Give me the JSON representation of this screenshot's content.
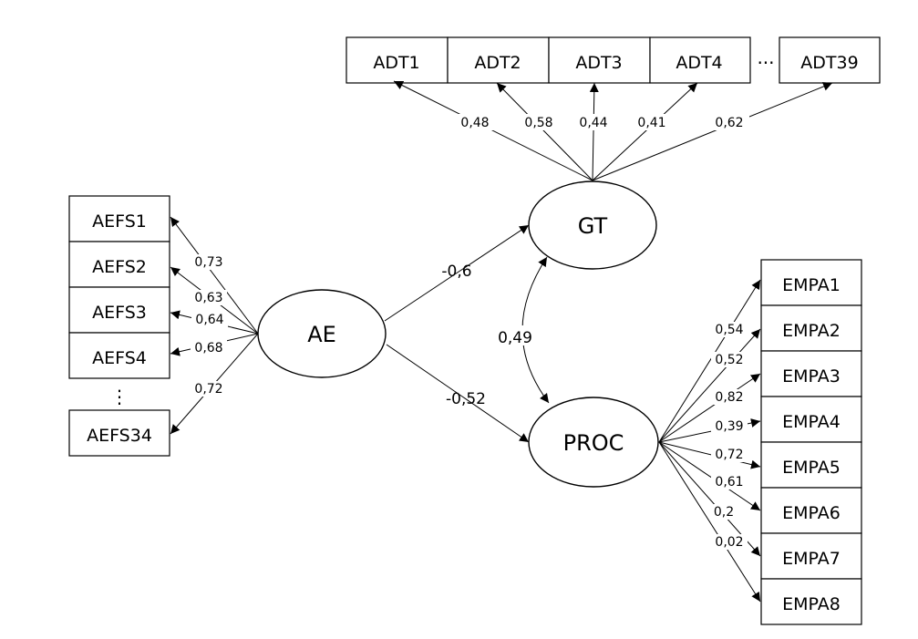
{
  "latent": {
    "ae": "AE",
    "gt": "GT",
    "proc": "PROC"
  },
  "aefs": {
    "items": [
      "AEFS1",
      "AEFS2",
      "AEFS3",
      "AEFS4"
    ],
    "last": "AEFS34",
    "ellipsis": "⋮",
    "loadings": [
      "0,73",
      "0,63",
      "0,64",
      "0,68",
      "0,72"
    ]
  },
  "adt": {
    "items": [
      "ADT1",
      "ADT2",
      "ADT3",
      "ADT4"
    ],
    "last": "ADT39",
    "ellipsis": "···",
    "loadings": [
      "0,48",
      "0,58",
      "0,44",
      "0,41",
      "0,62"
    ]
  },
  "empa": {
    "items": [
      "EMPA1",
      "EMPA2",
      "EMPA3",
      "EMPA4",
      "EMPA5",
      "EMPA6",
      "EMPA7",
      "EMPA8"
    ],
    "loadings": [
      "0,54",
      "0,52",
      "0,82",
      "0,39",
      "0,72",
      "0,61",
      "0,2",
      "0,02"
    ]
  },
  "paths": {
    "ae_gt": "-0,6",
    "ae_proc": "-0,52",
    "gt_proc": "0,49"
  }
}
